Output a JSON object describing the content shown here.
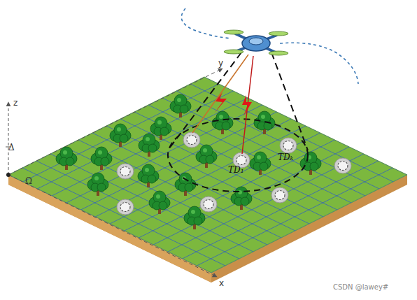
{
  "diagram": {
    "labels": [
      "z",
      "y",
      "x",
      "Δ",
      "Ω",
      "TD₁",
      "TDₖ",
      "CSDN @lawey#"
    ]
  }
}
